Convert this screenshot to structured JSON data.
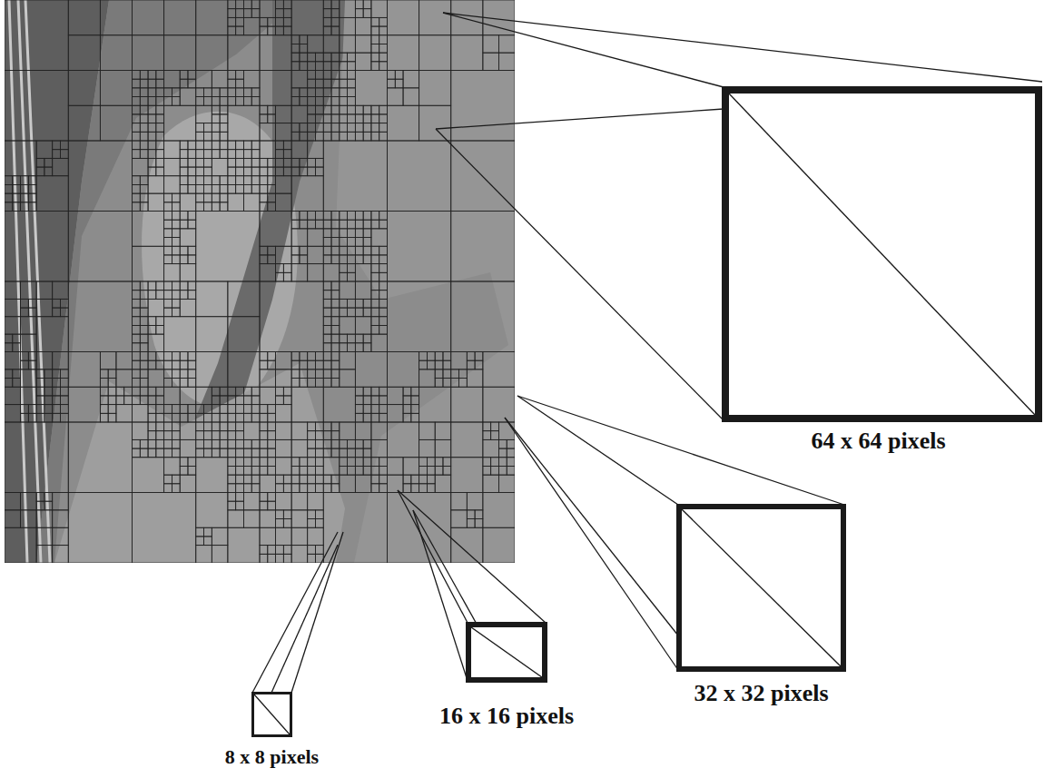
{
  "diagram": {
    "nodes": [
      {
        "text": [
          "64 x 64 pixels"
        ]
      },
      {
        "text": [
          "32 x 32 pixels"
        ]
      },
      {
        "text": [
          "16 x 16 pixels"
        ]
      },
      {
        "text": [
          "8 x 8 pixels"
        ]
      }
    ]
  }
}
